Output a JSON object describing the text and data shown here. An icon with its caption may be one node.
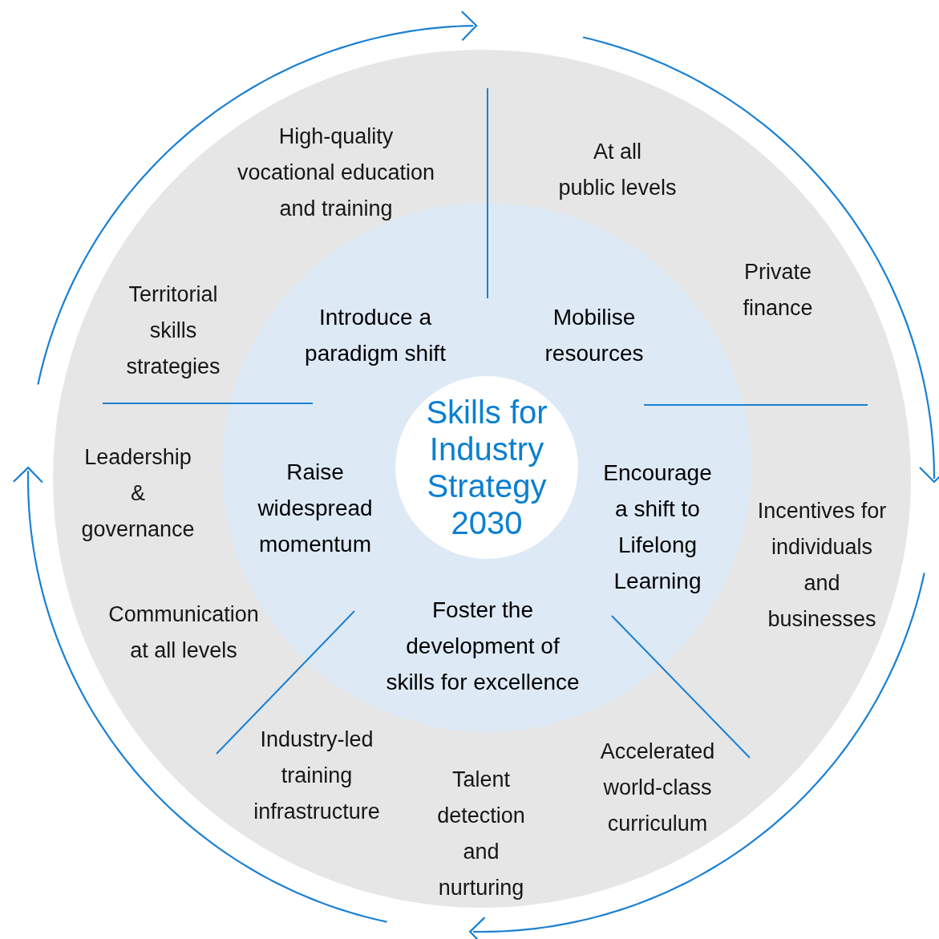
{
  "diagram": {
    "nodes": [
      {
        "text": [
          "High-quality vocational education and training",
          "At all public levels",
          "Private finance",
          "Territorial skills strategies",
          "Leadership & governance",
          "Incentives for individuals and businesses",
          "Communication at all levels",
          "Industry-led training infrastructure",
          "Talent detection and nurturing",
          "Accelerated world-class curriculum"
        ]
      },
      {
        "text": [
          "Introduce a paradigm shift",
          "Mobilise resources",
          "Raise widespread momentum",
          "Encourage a shift to Lifelong Learning",
          "Foster the development of skills for excellence"
        ],
        "in": 0
      },
      {
        "text": [
          "Skills for Industry Strategy 2030"
        ],
        "in": 1
      }
    ]
  }
}
